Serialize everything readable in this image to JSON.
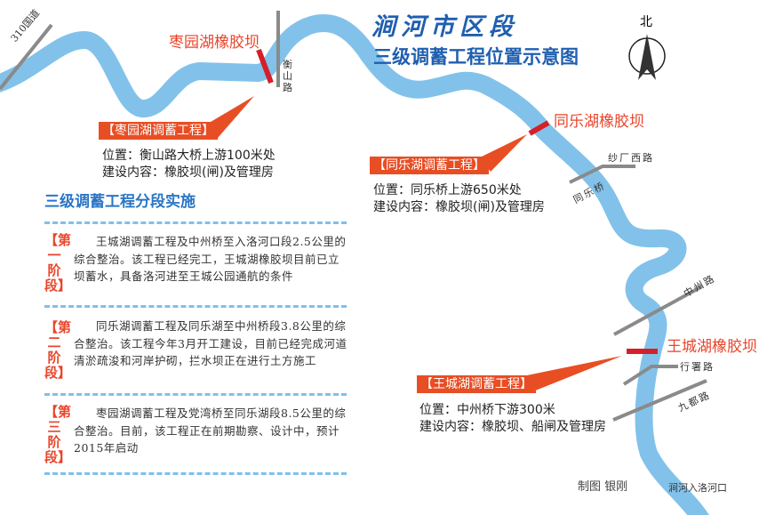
{
  "title": {
    "main": "涧河市区段",
    "sub": "三级调蓄工程位置示意图"
  },
  "compass": {
    "label": "北"
  },
  "colors": {
    "river": "#82c2ea",
    "dam": "#d4202a",
    "banner": "#e84e24",
    "road": "#8a8a8a",
    "title": "#1f5fb0"
  },
  "roads": {
    "r310": "310国道",
    "hengshan": "衡山路",
    "shachang": "纱厂西路",
    "tongle_bridge": "同乐桥",
    "zhongzhou": "中州路",
    "xingshu": "行署路",
    "jiudu": "九都路",
    "mouth": "涧河入洛河口"
  },
  "dams": {
    "zaoyuan": "枣园湖橡胶坝",
    "tongle": "同乐湖橡胶坝",
    "wangcheng": "王城湖橡胶坝"
  },
  "callouts": {
    "zaoyuan": {
      "label": "【枣园湖调蓄工程】",
      "location": "位置：衡山路大桥上游100米处",
      "content": "建设内容：橡胶坝(闸)及管理房"
    },
    "tongle": {
      "label": "【同乐湖调蓄工程】",
      "location": "位置：同乐桥上游650米处",
      "content": "建设内容：橡胶坝(闸)及管理房"
    },
    "wangcheng": {
      "label": "【王城湖调蓄工程】",
      "location": "位置：中州桥下游300米",
      "content": "建设内容：橡胶坝、船闸及管理房"
    }
  },
  "phases": {
    "heading": "三级调蓄工程分段实施",
    "items": [
      {
        "label": "【第一阶段】",
        "text": "王城湖调蓄工程及中州桥至入洛河口段2.5公里的综合整治。该工程已经完工，王城湖橡胶坝目前已立坝蓄水，具备洛河进至王城公园通航的条件"
      },
      {
        "label": "【第二阶段】",
        "text": "同乐湖调蓄工程及同乐湖至中州桥段3.8公里的综合整治。该工程今年3月开工建设，目前已经完成河道清淤疏浚和河岸护砌，拦水坝正在进行土方施工"
      },
      {
        "label": "【第三阶段】",
        "text": "枣园湖调蓄工程及党湾桥至同乐湖段8.5公里的综合整治。目前，该工程正在前期勘察、设计中，预计2015年启动"
      }
    ]
  },
  "credit": "制图 银刚"
}
